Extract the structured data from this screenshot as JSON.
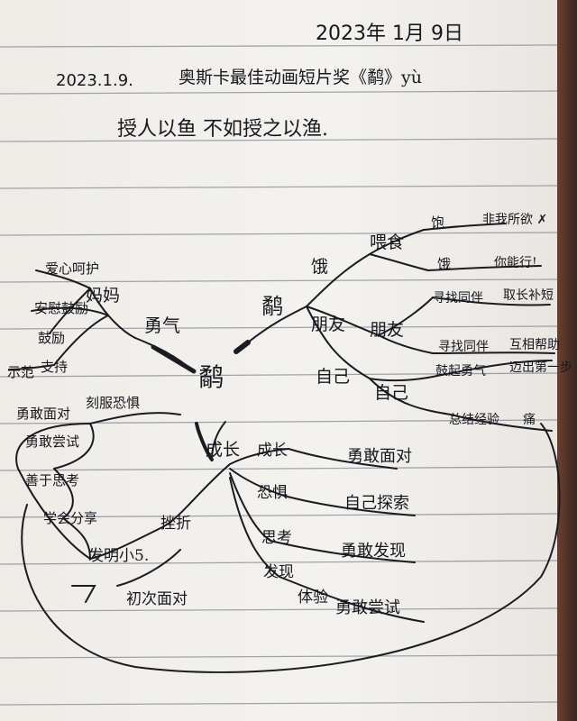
{
  "header": {
    "date_handwritten": "2023年 1月 9日",
    "entry_date": "2023.1.9.",
    "title": "奥斯卡最佳动画短片奖《鹬》yù",
    "proverb": "授人以鱼 不如授之以渔."
  },
  "mindmap": {
    "center": "鹬",
    "left_branch": {
      "label": "勇气",
      "mother": "妈妈",
      "items": [
        "爱心呵护",
        "安慰鼓励",
        "鼓励",
        "示范",
        "支持"
      ]
    },
    "right_branch": {
      "label": "鹬",
      "sub1": "饿",
      "sub1_child": "喂食",
      "sub1_items": [
        "饱",
        "饿"
      ],
      "sub1_notes": [
        "非我所欲 ✗",
        "你能行!"
      ],
      "sub2": "朋友",
      "sub2_left": "朋友",
      "sub2_items": [
        "寻找同伴",
        "寻找同伴"
      ],
      "sub2_notes": [
        "取长补短",
        "互相帮助"
      ],
      "sub3": "自己",
      "sub3_child": "自己",
      "sub3_items": [
        "鼓起勇气",
        "总结经验"
      ],
      "sub3_notes": [
        "迈出第一步",
        "痛"
      ]
    },
    "lower_left": {
      "label": "勇敢面对",
      "items": [
        "刻服恐惧",
        "勇敢尝试",
        "善于思考",
        "学会分享"
      ]
    },
    "bottom": {
      "label": "成长",
      "sub_a": "成长",
      "sub_a_items": [
        "恐惧",
        "思考",
        "发现",
        "体验"
      ],
      "sub_a_notes": [
        "勇敢面对",
        "自己探索",
        "勇敢发现",
        "勇敢尝试"
      ],
      "left_labels": [
        "挫折",
        "发明小5.",
        "初次面对"
      ]
    }
  }
}
